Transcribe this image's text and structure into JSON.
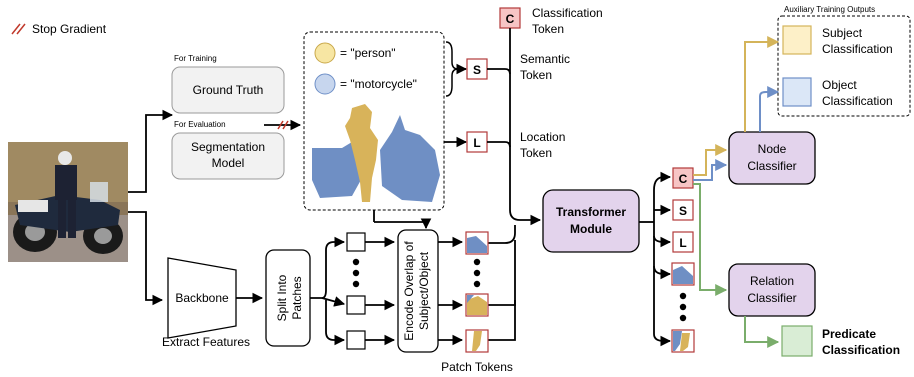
{
  "legend": {
    "stop_gradient": "Stop Gradient"
  },
  "inputs": {
    "for_training": "For Training",
    "ground_truth": "Ground Truth",
    "for_evaluation": "For Evaluation",
    "segmentation_model_line1": "Segmentation",
    "segmentation_model_line2": "Model"
  },
  "segmentation": {
    "person_label": "= \"person\"",
    "motorcycle_label": "= \"motorcycle\"",
    "person_color": "#f7e6a3",
    "motorcycle_color": "#c7d6ee"
  },
  "tokens": {
    "classification_line1": "Classification",
    "classification_line2": "Token",
    "semantic_line1": "Semantic",
    "semantic_line2": "Token",
    "location_line1": "Location",
    "location_line2": "Token",
    "c": "C",
    "s": "S",
    "l": "L",
    "patch_tokens": "Patch Tokens"
  },
  "pipeline": {
    "backbone": "Backbone",
    "extract_features": "Extract Features",
    "split_line1": "Split Into",
    "split_line2": "Patches",
    "encode_line1": "Encode Overlap of",
    "encode_line2": "Subject/Object",
    "transformer_line1": "Transformer",
    "transformer_line2": "Module"
  },
  "outputs": {
    "auxiliary_title": "Auxiliary Training Outputs",
    "subject_line1": "Subject",
    "subject_line2": "Classification",
    "object_line1": "Object",
    "object_line2": "Classification",
    "node_line1": "Node",
    "node_line2": "Classifier",
    "relation_line1": "Relation",
    "relation_line2": "Classifier",
    "predicate_line1": "Predicate",
    "predicate_line2": "Classification"
  },
  "colors": {
    "stop_gradient": "#c0392b",
    "token_c_fill": "#f7c5c5",
    "token_border": "#b23a3a",
    "transformer_fill": "#e3d3ec",
    "subject_fill": "#fdf0c8",
    "subject_border": "#d4b45a",
    "object_fill": "#dbe7f7",
    "object_border": "#6e8fc7",
    "predicate_fill": "#d9edd5",
    "predicate_border": "#7aad6b",
    "person_mask": "#d8b35a",
    "motorcycle_mask": "#6f8fc4",
    "gold_arrow": "#d4b45a",
    "blue_arrow": "#6e8fc7",
    "green_arrow": "#7aad6b"
  }
}
